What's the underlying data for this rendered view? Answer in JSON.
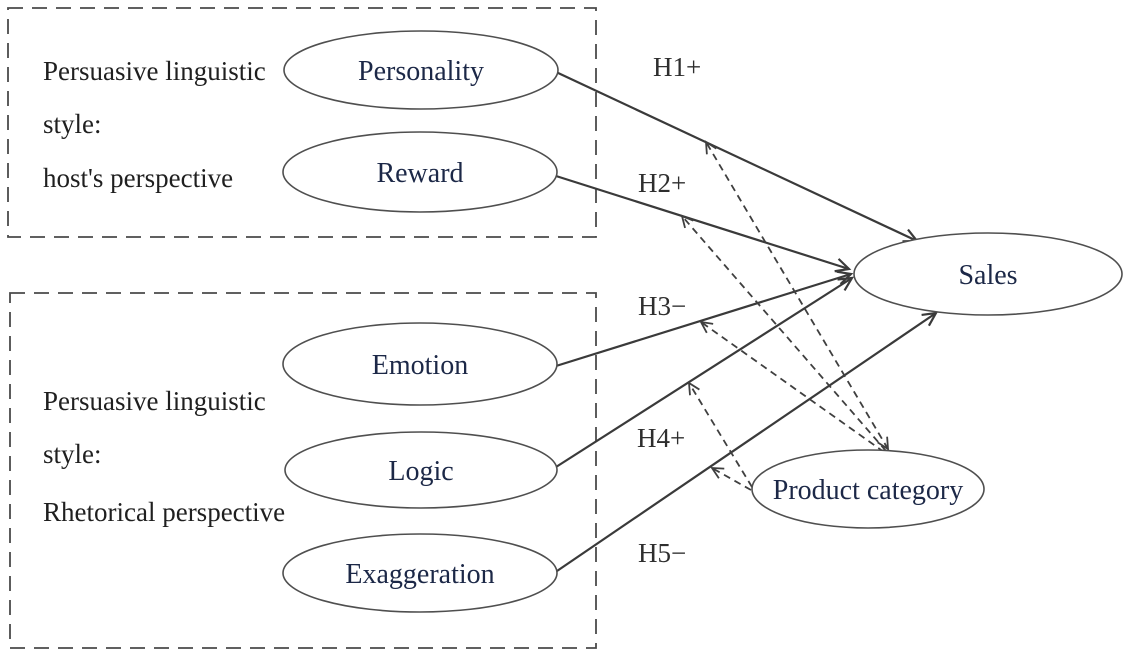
{
  "figure": {
    "type": "research-model-diagram",
    "groups": [
      {
        "label_lines": [
          "Persuasive linguistic",
          "style:",
          "host's perspective"
        ],
        "constructs": [
          "Personality",
          "Reward"
        ]
      },
      {
        "label_lines": [
          "Persuasive linguistic",
          "style:",
          "Rhetorical perspective"
        ],
        "constructs": [
          "Emotion",
          "Logic",
          "Exaggeration"
        ]
      }
    ],
    "outcome": "Sales",
    "moderator": "Product category",
    "hypotheses": [
      {
        "id": "H1",
        "label": "H1+",
        "sign": "+",
        "from": "Personality",
        "to": "Sales",
        "line": "solid"
      },
      {
        "id": "H2",
        "label": "H2+",
        "sign": "+",
        "from": "Reward",
        "to": "Sales",
        "line": "solid"
      },
      {
        "id": "H3",
        "label": "H3−",
        "sign": "−",
        "from": "Emotion",
        "to": "Sales",
        "line": "solid"
      },
      {
        "id": "H4",
        "label": "H4+",
        "sign": "+",
        "from": "Logic",
        "to": "Sales",
        "line": "solid"
      },
      {
        "id": "H5",
        "label": "H5−",
        "sign": "−",
        "from": "Exaggeration",
        "to": "Sales",
        "line": "solid"
      }
    ],
    "moderated_paths": [
      {
        "moderator": "Product category",
        "path": "H1",
        "line": "dashed"
      },
      {
        "moderator": "Product category",
        "path": "H2",
        "line": "dashed"
      },
      {
        "moderator": "Product category",
        "path": "H3",
        "line": "dashed"
      },
      {
        "moderator": "Product category",
        "path": "H4",
        "line": "dashed"
      },
      {
        "moderator": "Product category",
        "path": "H5",
        "line": "dashed"
      }
    ]
  },
  "labels": {
    "personality": "Personality",
    "reward": "Reward",
    "emotion": "Emotion",
    "logic": "Logic",
    "exaggeration": "Exaggeration",
    "sales": "Sales",
    "product_category": "Product category",
    "h1": "H1+",
    "h2": "H2+",
    "h3": "H3−",
    "h4": "H4+",
    "h5": "H5−",
    "box1_line1": "Persuasive linguistic",
    "box1_line2": "style:",
    "box1_line3": "host's perspective",
    "box2_line1": "Persuasive linguistic",
    "box2_line2": "style:",
    "box2_line3": "Rhetorical perspective"
  },
  "colors": {
    "background": "#ffffff",
    "line": "#3a3a3a",
    "shape_stroke": "#4f4f4f",
    "node_text": "#1c2847",
    "text": "#1f1f1f"
  }
}
